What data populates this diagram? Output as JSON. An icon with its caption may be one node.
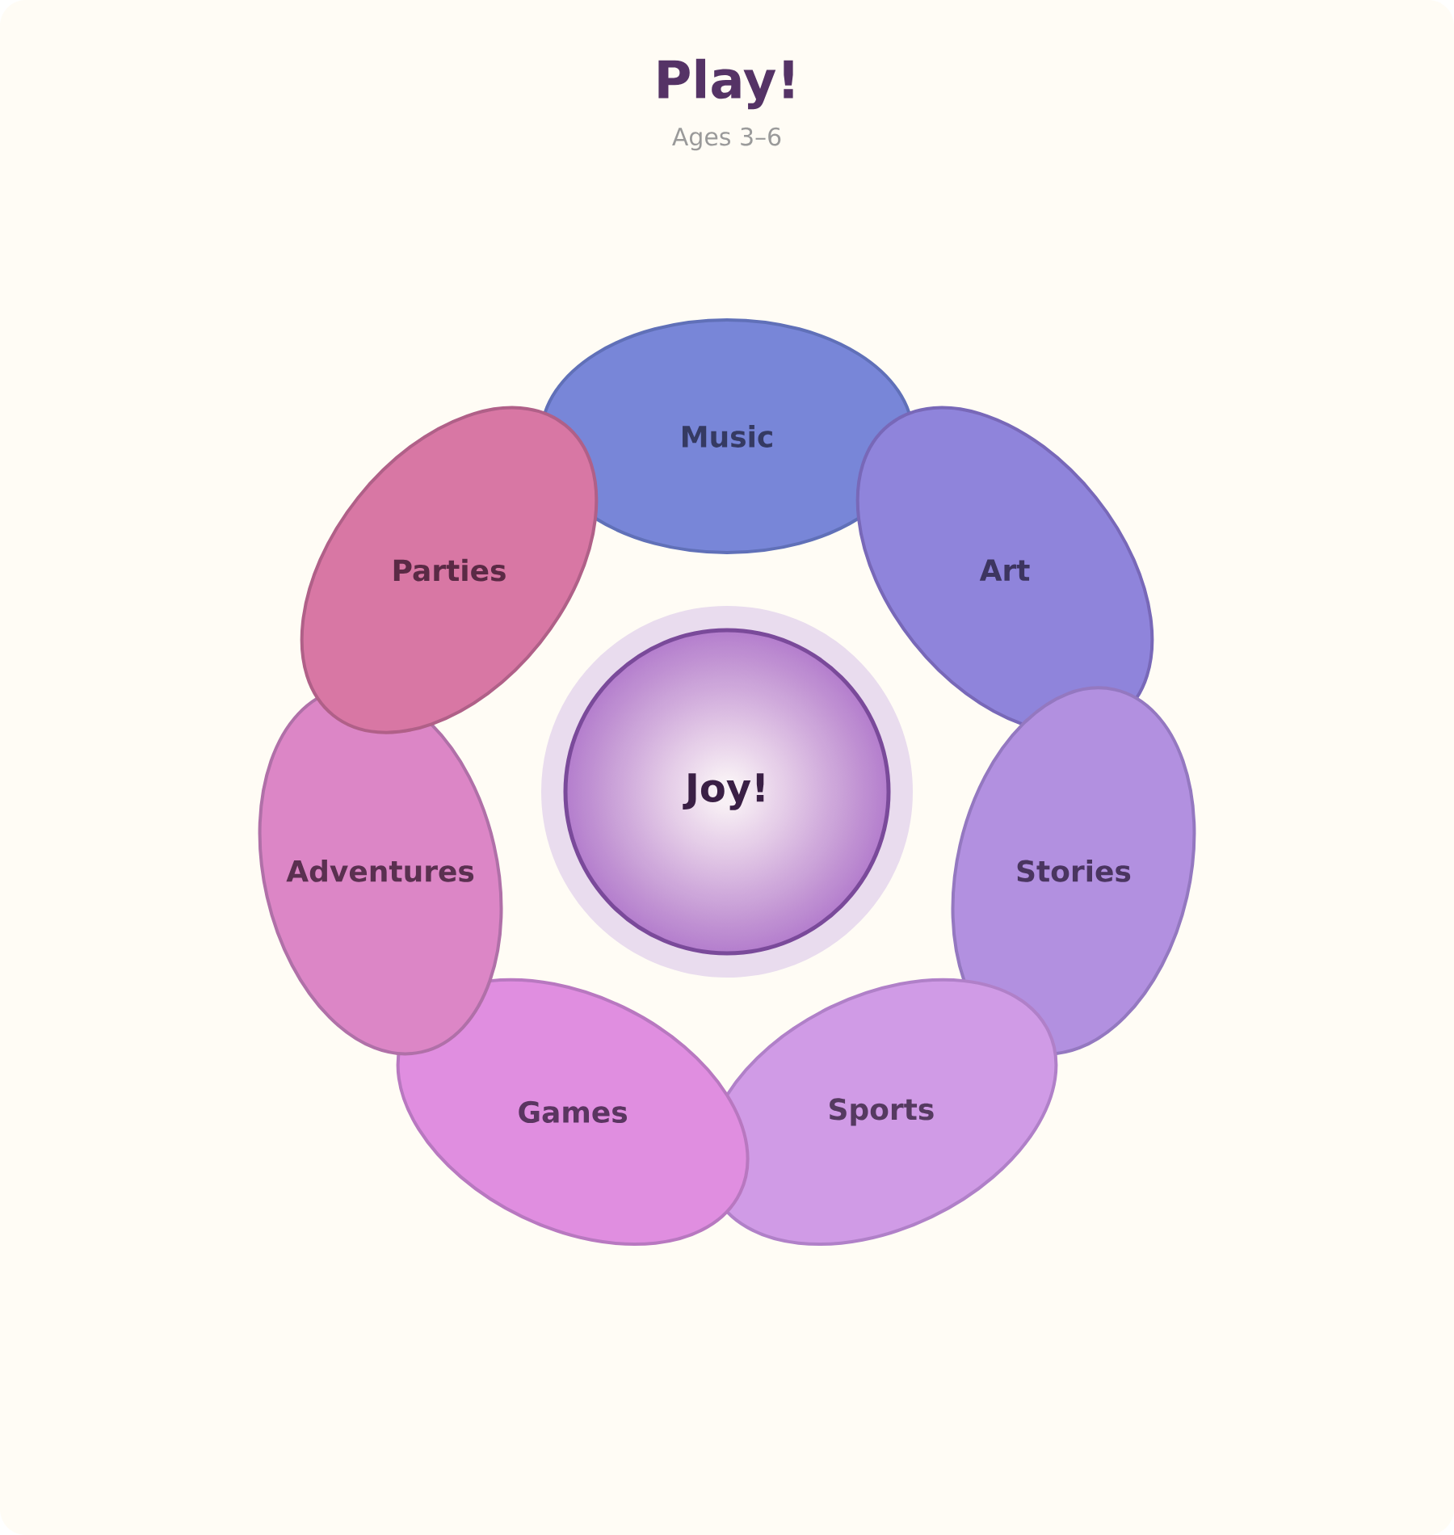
{
  "diagram": {
    "title": "Play!",
    "nodes": [
      {
        "text": [
          "Joy!"
        ]
      },
      {
        "text": [
          "Music"
        ]
      },
      {
        "text": [
          "Art"
        ]
      },
      {
        "text": [
          "Stories"
        ]
      },
      {
        "text": [
          "Sports"
        ]
      },
      {
        "text": [
          "Games"
        ]
      },
      {
        "text": [
          "Adventures"
        ]
      },
      {
        "text": [
          "Parties"
        ]
      }
    ],
    "labels": [
      "Ages 3–6"
    ]
  }
}
